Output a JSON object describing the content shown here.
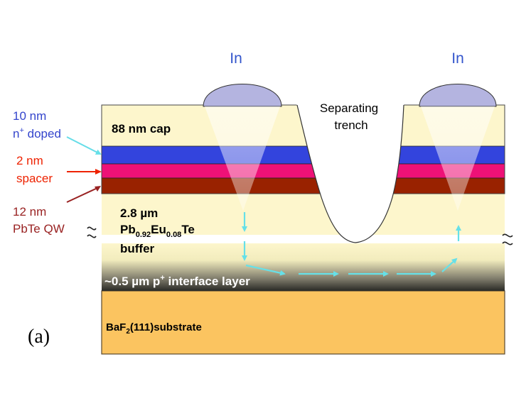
{
  "labels": {
    "contact_left": "In",
    "contact_right": "In",
    "trench_line1": "Separating",
    "trench_line2": "trench",
    "side_doped_line1": "10 nm",
    "side_doped_line2_base": "n",
    "side_doped_line2_sup": "+",
    "side_doped_line2_rest": " doped",
    "side_spacer_line1": "2 nm",
    "side_spacer_line2": "spacer",
    "side_qw_line1": "12 nm",
    "side_qw_line2": "PbTe QW",
    "cap": "88 nm cap",
    "buffer_line1": "2.8 µm",
    "buffer_pb": "Pb",
    "buffer_pb_sub": "0.92",
    "buffer_eu": "Eu",
    "buffer_eu_sub": "0.08",
    "buffer_te": "Te",
    "buffer_line3": "buffer",
    "interface_a": "~0.5 µm p",
    "interface_sup": "+",
    "interface_b": " interface layer",
    "substrate_a": "BaF",
    "substrate_sub": "2",
    "substrate_b": "(111)substrate",
    "panel": "(a)"
  },
  "colors": {
    "cap": "#fdf6cc",
    "n_doped": "#3344dd",
    "spacer": "#ee1177",
    "qw": "#992200",
    "substrate": "#fbc460",
    "contact": "#b4b4e0",
    "side_doped_text": "#3344cc",
    "side_spacer_text": "#ee2200",
    "side_qw_text": "#992222",
    "contact_text": "#3355cc",
    "path_arrow": "#66e0e8"
  }
}
